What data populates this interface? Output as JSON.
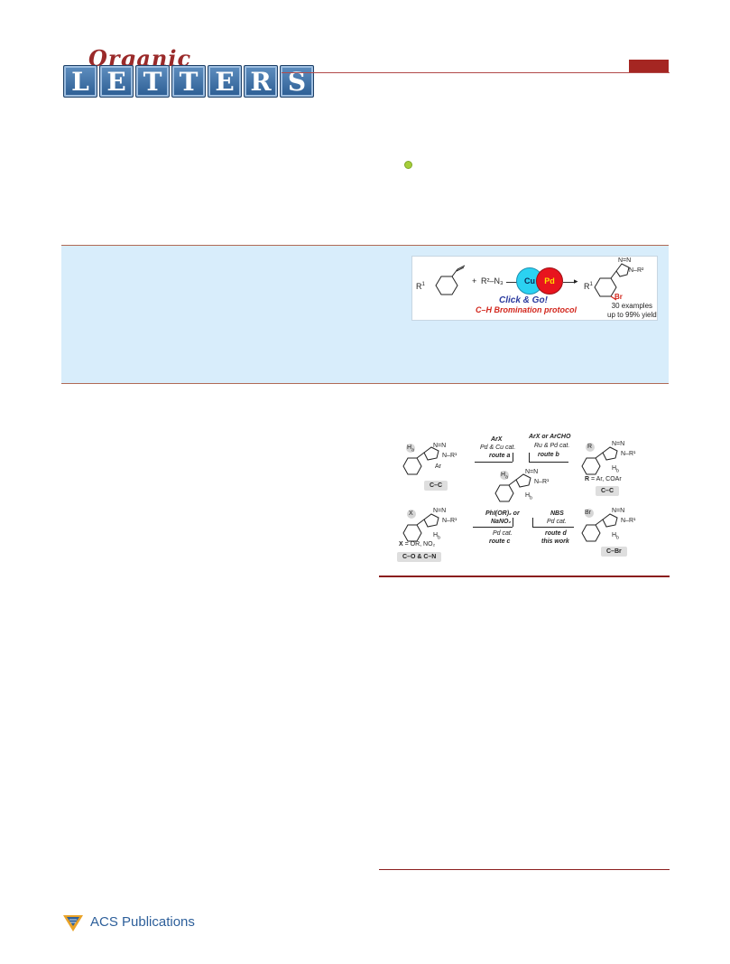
{
  "journal": {
    "script_word": "Organic",
    "letters": [
      "L",
      "E",
      "T",
      "T",
      "E",
      "R",
      "S"
    ]
  },
  "toc": {
    "r1": "R",
    "r1_sup": "1",
    "plus": "+",
    "azide": "R²–N₃",
    "cu_label": "Cu",
    "pd_label": "Pd",
    "click_go": "Click & Go!",
    "bromination": "C–H Bromination protocol",
    "product_r1": "R",
    "product_r1_sup": "1",
    "product_r2": "N–R²",
    "triazole_top": "N=N",
    "br": "Br",
    "examples": "30 examples",
    "yield": "up to 99% yield"
  },
  "scheme": {
    "route_a": {
      "reagent": "ArX",
      "catalyst": "Pd & Cu cat.",
      "route": "route a"
    },
    "route_b": {
      "reagent": "ArX or ArCHO",
      "catalyst": "Ru & Pd cat.",
      "route": "route b"
    },
    "route_c": {
      "reagent": "PhI(OR)₂ or",
      "reagent2": "NaNO₂",
      "catalyst": "Pd cat.",
      "route": "route c"
    },
    "route_d": {
      "reagent": "NBS",
      "catalyst": "Pd cat.",
      "route": "route d",
      "note": "this work"
    },
    "center": {
      "ha": "H",
      "ha_sub": "a",
      "hb": "H",
      "hb_sub": "b",
      "nn": "N=N",
      "nr1": "N–R¹"
    },
    "top_left": {
      "ha": "H",
      "ha_sub": "a",
      "nn": "N=N",
      "nr1": "N–R¹",
      "ar": "Ar",
      "tag": "C–C"
    },
    "top_right": {
      "r": "R",
      "nn": "N=N",
      "nr1": "N–R¹",
      "hb": "H",
      "hb_sub": "b",
      "r_def": "= Ar, COAr",
      "r_bold": "R",
      "tag": "C–C"
    },
    "bottom_left": {
      "x": "X",
      "nn": "N=N",
      "nr1": "N–R¹",
      "hb": "H",
      "hb_sub": "b",
      "x_bold": "X",
      "x_def": "= OR, NO₂",
      "tag": "C–O & C–N"
    },
    "bottom_right": {
      "br": "Br",
      "nn": "N=N",
      "nr1": "N–R¹",
      "hb": "H",
      "hb_sub": "b",
      "tag": "C–Br"
    }
  },
  "publisher": {
    "name": "ACS Publications"
  },
  "colors": {
    "band": "#d8edfb",
    "accent": "#a52622",
    "logo_blue": "#2c5d93"
  }
}
